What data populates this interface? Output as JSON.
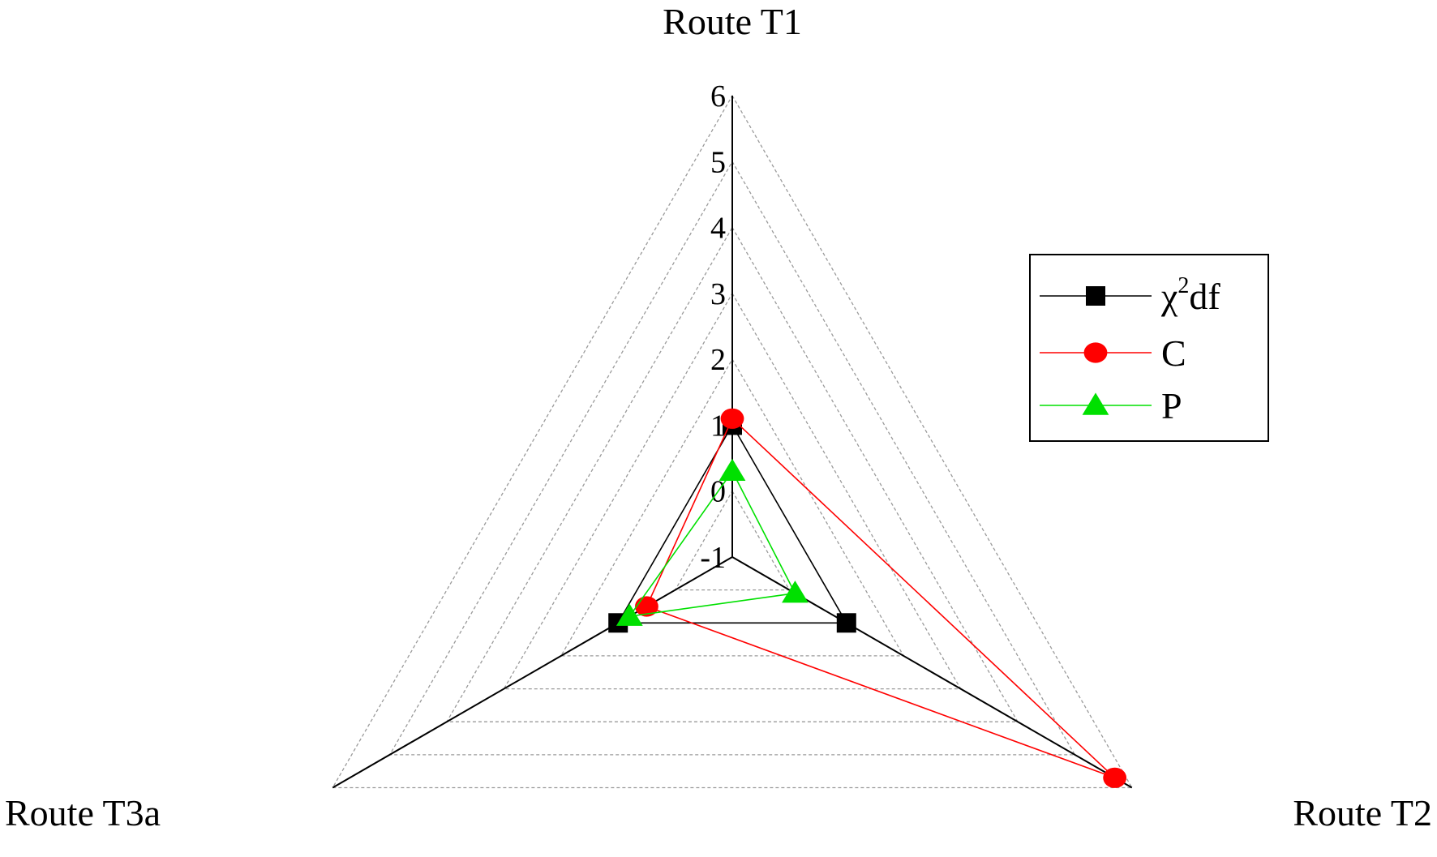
{
  "chart_data": {
    "type": "radar",
    "axes": [
      "Route T1",
      "Route T2",
      "Route T3a"
    ],
    "range": [
      -1,
      6
    ],
    "ticks": [
      "-1",
      "0",
      "1",
      "2",
      "3",
      "4",
      "5",
      "6"
    ],
    "grid": true,
    "legend_position": "right",
    "series": [
      {
        "name": "χ",
        "name_sup": "2",
        "name_suffix": "df",
        "marker": "square",
        "color": "#000000",
        "values": [
          1.0,
          1.0,
          1.0
        ]
      },
      {
        "name": "C",
        "marker": "circle",
        "color": "#ff0000",
        "values": [
          1.1,
          5.7,
          0.5
        ]
      },
      {
        "name": "P",
        "marker": "triangle",
        "color": "#00e000",
        "values": [
          0.3,
          0.1,
          0.8
        ]
      }
    ]
  }
}
